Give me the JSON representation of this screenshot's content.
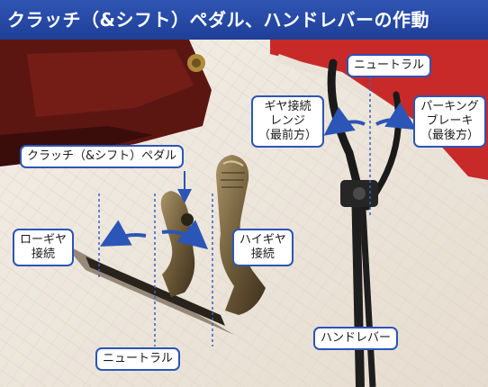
{
  "title": "クラッチ（&シフト）ペダル、ハンドレバーの作動",
  "labels": {
    "neutral_top": "ニュートラル",
    "gear_engage_range": [
      "ギヤ接続",
      "レンジ",
      "（最前方）"
    ],
    "parking_brake": [
      "パーキング",
      "ブレーキ",
      "（最後方）"
    ],
    "clutch_pedal": "クラッチ（&シフト）ペダル",
    "low_gear": [
      "ローギヤ",
      "接続"
    ],
    "high_gear": [
      "ハイギヤ",
      "接続"
    ],
    "neutral_bottom": "ニュートラル",
    "hand_lever": "ハンドレバー"
  },
  "colors": {
    "title_bar": "#2448a6",
    "label_border": "#2b55b7",
    "arrow": "#2b55b7",
    "guide_line": "#3a62c4"
  }
}
